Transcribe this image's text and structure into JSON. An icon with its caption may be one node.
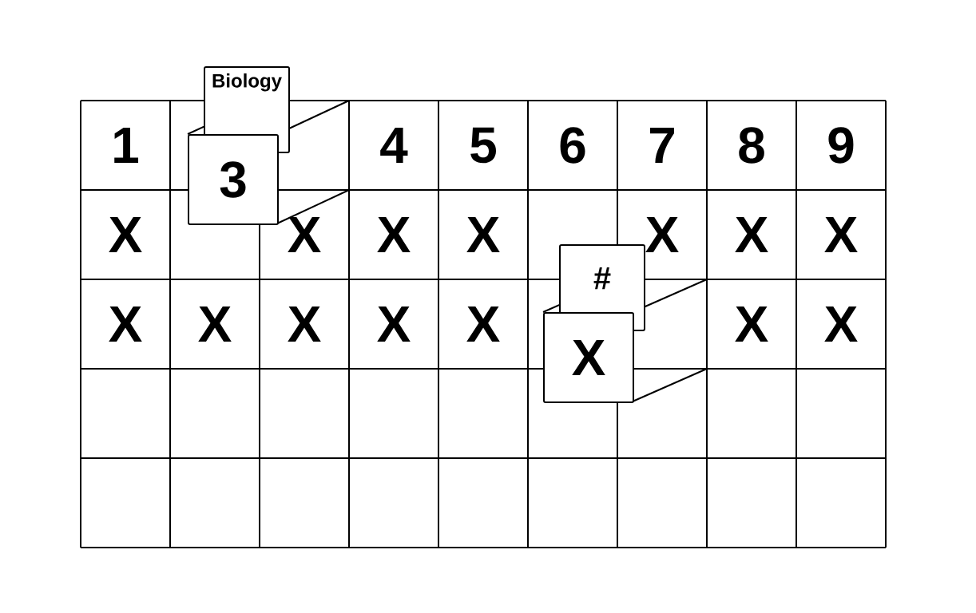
{
  "diagram": {
    "nodes": [
      {
        "text": [
          "Biology"
        ]
      },
      {
        "text": [
          "3"
        ]
      },
      {
        "text": [
          "#"
        ]
      },
      {
        "text": [
          "X"
        ]
      }
    ],
    "labels": [
      "1",
      "4",
      "5",
      "6",
      "7",
      "8",
      "9",
      "X",
      "X",
      "X",
      "X",
      "X",
      "X",
      "X",
      "X",
      "X",
      "X",
      "X",
      "X",
      "X",
      "X"
    ]
  }
}
